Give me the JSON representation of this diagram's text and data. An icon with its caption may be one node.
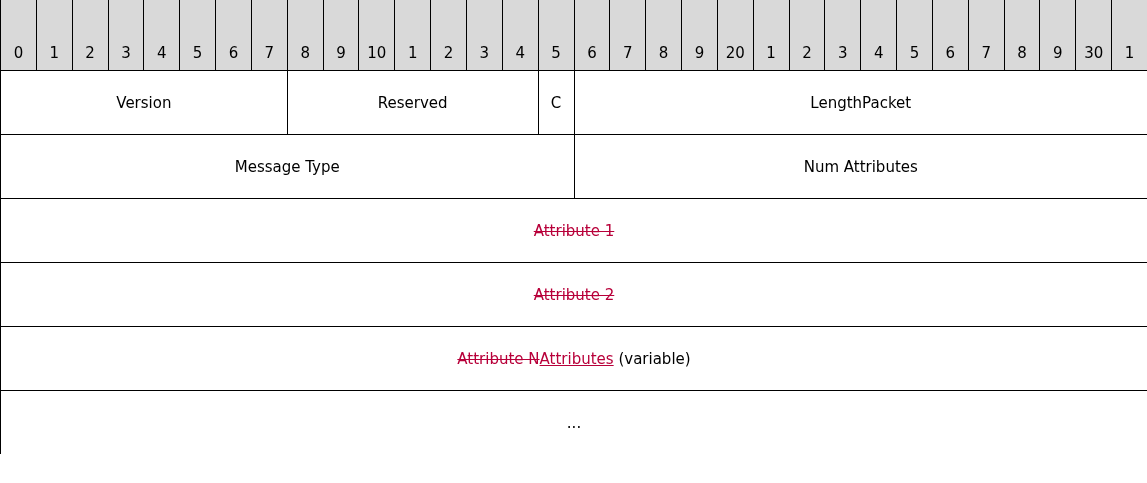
{
  "diagram": {
    "labels": [
      "0",
      "1",
      "2",
      "3",
      "4",
      "5",
      "6",
      "7",
      "8",
      "9",
      "10",
      "1",
      "2",
      "3",
      "4",
      "5",
      "6",
      "7",
      "8",
      "9",
      "20",
      "1",
      "2",
      "3",
      "4",
      "5",
      "6",
      "7",
      "8",
      "9",
      "30",
      "1",
      "Version",
      "Reserved",
      "C",
      "LengthPacket",
      "Message Type",
      "Num Attributes",
      "Attribute 1",
      "Attribute 2",
      "Attribute N",
      "Attributes",
      "(variable)",
      "..."
    ]
  }
}
